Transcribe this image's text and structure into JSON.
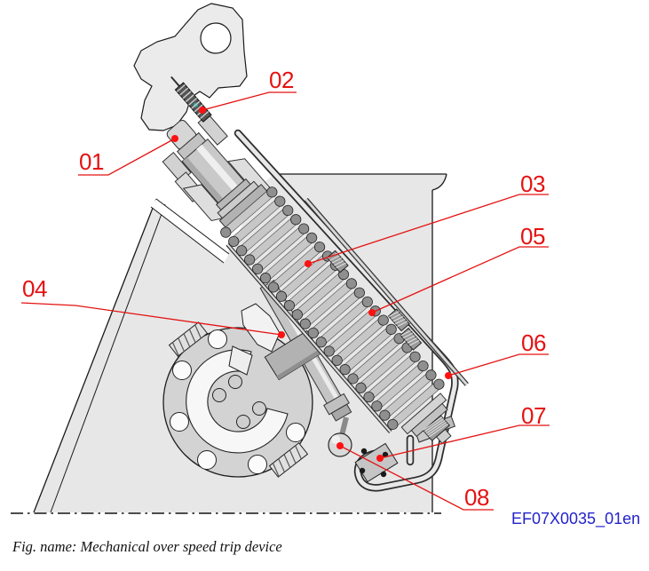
{
  "figure": {
    "caption": "Fig. name: Mechanical over speed trip device",
    "drawing_code": "EF07X0035_01en"
  },
  "callouts": [
    {
      "label": "01"
    },
    {
      "label": "02"
    },
    {
      "label": "03"
    },
    {
      "label": "04"
    },
    {
      "label": "05"
    },
    {
      "label": "06"
    },
    {
      "label": "07"
    },
    {
      "label": "08"
    }
  ],
  "colors": {
    "callout_red": "#e51212",
    "leader_dot_red": "#ff1111",
    "code_blue": "#2323cc",
    "outline_black": "#1a1a1a",
    "panel_gray": "#e7e7e7",
    "metal_gray": "#c9c9c9"
  }
}
